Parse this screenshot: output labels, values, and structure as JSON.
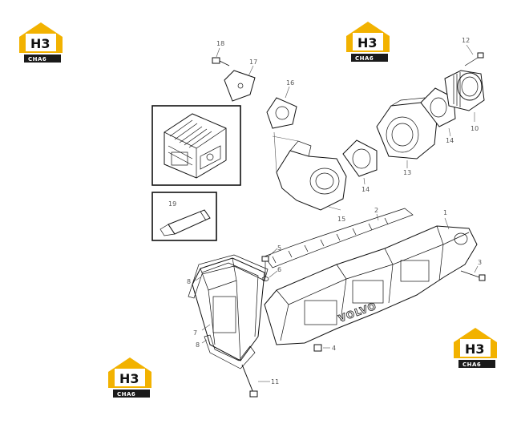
{
  "watermark": {
    "main": "H3",
    "sub": "CHA6"
  },
  "engine_brand": "VOLVO",
  "callouts": {
    "c1": "1",
    "c2": "2",
    "c3": "3",
    "c4": "4",
    "c5": "5",
    "c6": "6",
    "c7": "7",
    "c8a": "8",
    "c8b": "8",
    "c10": "10",
    "c11": "11",
    "c12": "12",
    "c13": "13",
    "c14a": "14",
    "c14b": "14",
    "c15": "15",
    "c16": "16",
    "c17": "17",
    "c18": "18",
    "c19": "19"
  },
  "colors": {
    "logo_yellow": "#f2b200",
    "logo_dark": "#1a1a1a",
    "line": "#111111",
    "label": "#555555"
  }
}
